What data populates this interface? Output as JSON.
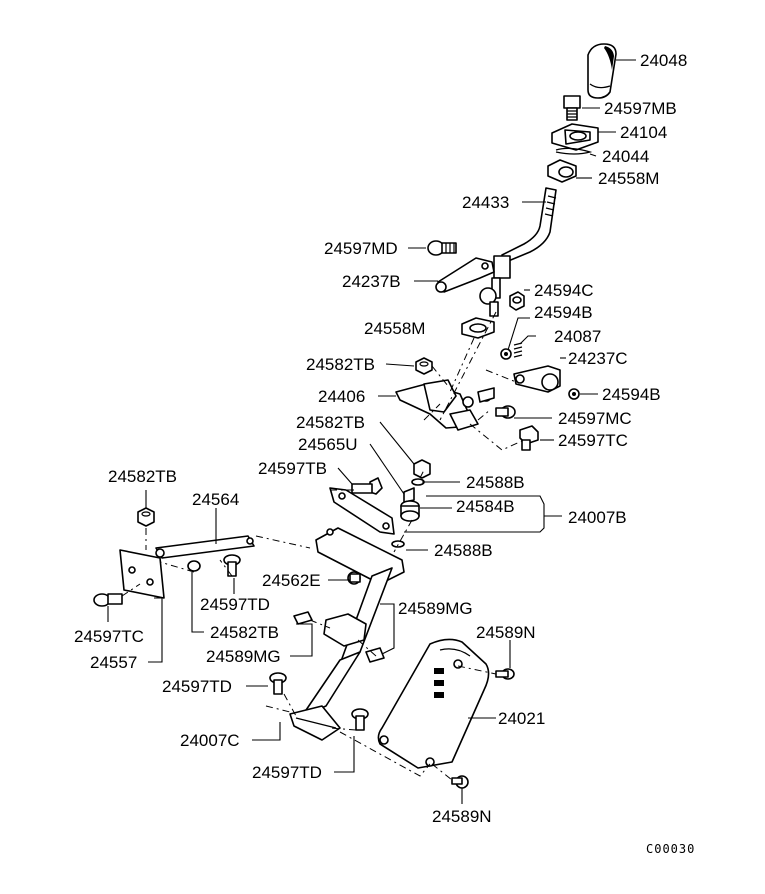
{
  "diagram_code": "C00030",
  "labels": {
    "p24048": "24048",
    "p24597MB": "24597MB",
    "p24104": "24104",
    "p24044": "24044",
    "p24558M_top": "24558M",
    "p24433": "24433",
    "p24597MD": "24597MD",
    "p24237B": "24237B",
    "p24594C": "24594C",
    "p24558M_mid": "24558M",
    "p24594B_a": "24594B",
    "p24087": "24087",
    "p24582TB_a": "24582TB",
    "p24237C": "24237C",
    "p24406": "24406",
    "p24594B_b": "24594B",
    "p24597MC": "24597MC",
    "p24582TB_b": "24582TB",
    "p24597TC_a": "24597TC",
    "p24565U": "24565U",
    "p24597TB": "24597TB",
    "p24588B_a": "24588B",
    "p24582TB_c": "24582TB",
    "p24584B": "24584B",
    "p24007B": "24007B",
    "p24564": "24564",
    "p24588B_b": "24588B",
    "p24562E": "24562E",
    "p24597TD_a": "24597TD",
    "p24589MG_a": "24589MG",
    "p24597TC_b": "24597TC",
    "p24582TB_d": "24582TB",
    "p24589N_a": "24589N",
    "p24557": "24557",
    "p24589MG_b": "24589MG",
    "p24597TD_b": "24597TD",
    "p24021": "24021",
    "p24007C": "24007C",
    "p24597TD_c": "24597TD",
    "p24589N_b": "24589N"
  }
}
